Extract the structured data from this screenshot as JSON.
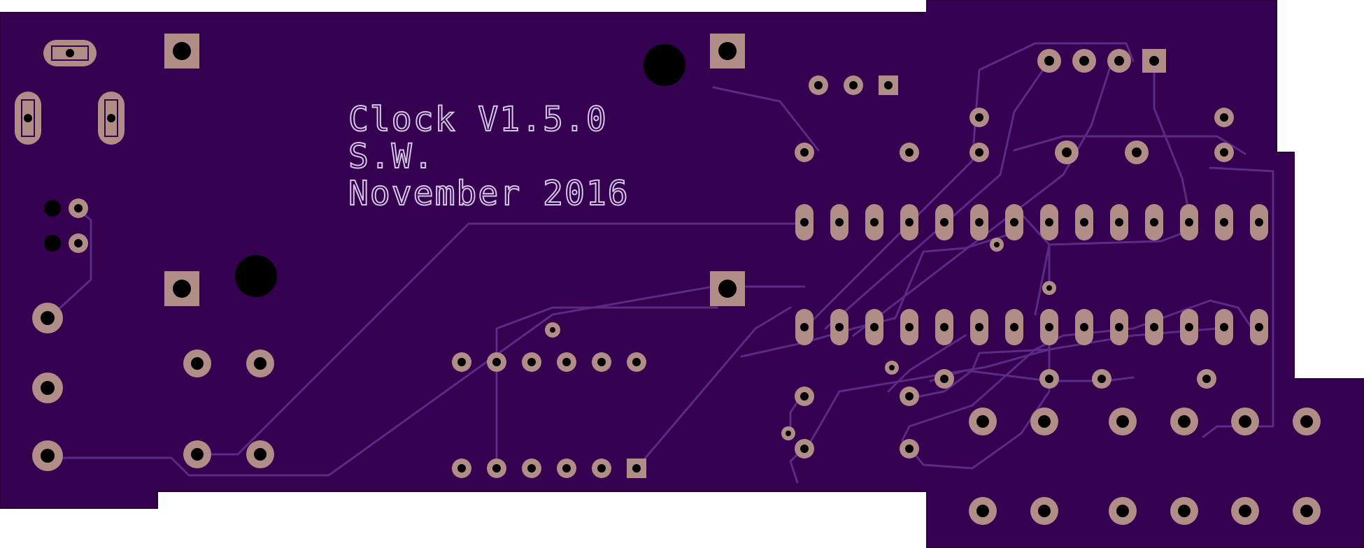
{
  "board": {
    "silkscreen": {
      "title": "Clock V1.5.0",
      "author": "S.W.",
      "date": "November 2016"
    },
    "colors": {
      "substrate": "#34004f",
      "trace": "#5a2b86",
      "copper_pad": "#b08d86",
      "silkscreen": "#d6c6e5",
      "drill": "#000000",
      "background": "#ffffff"
    }
  }
}
